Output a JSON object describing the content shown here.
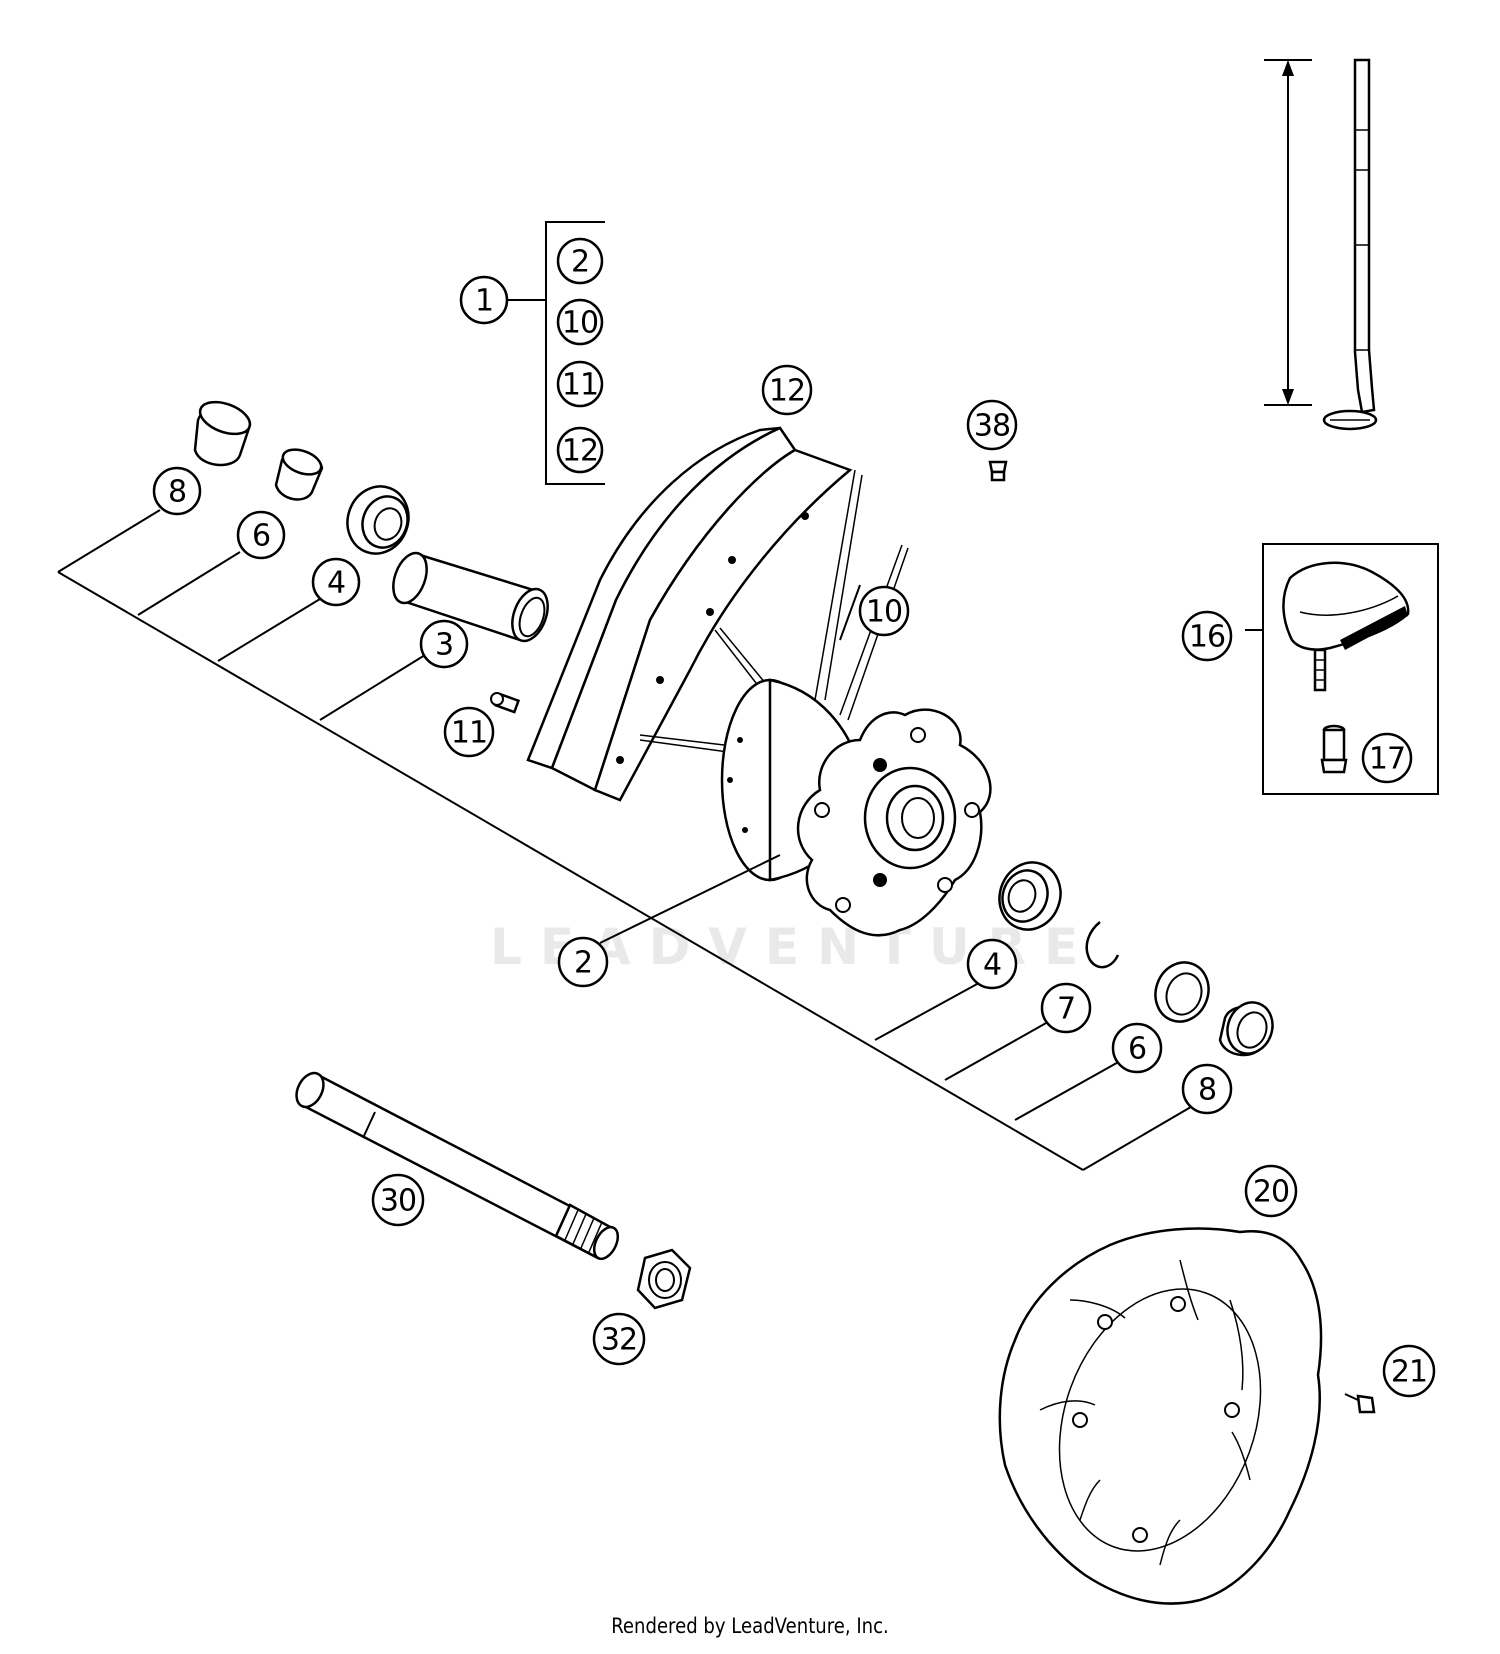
{
  "footer": {
    "credit": "Rendered by LeadVenture, Inc."
  },
  "watermark": {
    "text": "LEADVENTURE"
  },
  "callouts": [
    {
      "id": "c1",
      "label": "1"
    },
    {
      "id": "c2-kit",
      "label": "2"
    },
    {
      "id": "c10-kit",
      "label": "10"
    },
    {
      "id": "c11-kit",
      "label": "11"
    },
    {
      "id": "c12-kit",
      "label": "12"
    },
    {
      "id": "c12",
      "label": "12"
    },
    {
      "id": "c38",
      "label": "38"
    },
    {
      "id": "c8-left",
      "label": "8"
    },
    {
      "id": "c6-left",
      "label": "6"
    },
    {
      "id": "c4-left",
      "label": "4"
    },
    {
      "id": "c3",
      "label": "3"
    },
    {
      "id": "c11",
      "label": "11"
    },
    {
      "id": "c10",
      "label": "10"
    },
    {
      "id": "c16",
      "label": "16"
    },
    {
      "id": "c17",
      "label": "17"
    },
    {
      "id": "c2",
      "label": "2"
    },
    {
      "id": "c4-right",
      "label": "4"
    },
    {
      "id": "c7",
      "label": "7"
    },
    {
      "id": "c6-right",
      "label": "6"
    },
    {
      "id": "c8-right",
      "label": "8"
    },
    {
      "id": "c30",
      "label": "30"
    },
    {
      "id": "c32",
      "label": "32"
    },
    {
      "id": "c20",
      "label": "20"
    },
    {
      "id": "c21",
      "label": "21"
    }
  ]
}
